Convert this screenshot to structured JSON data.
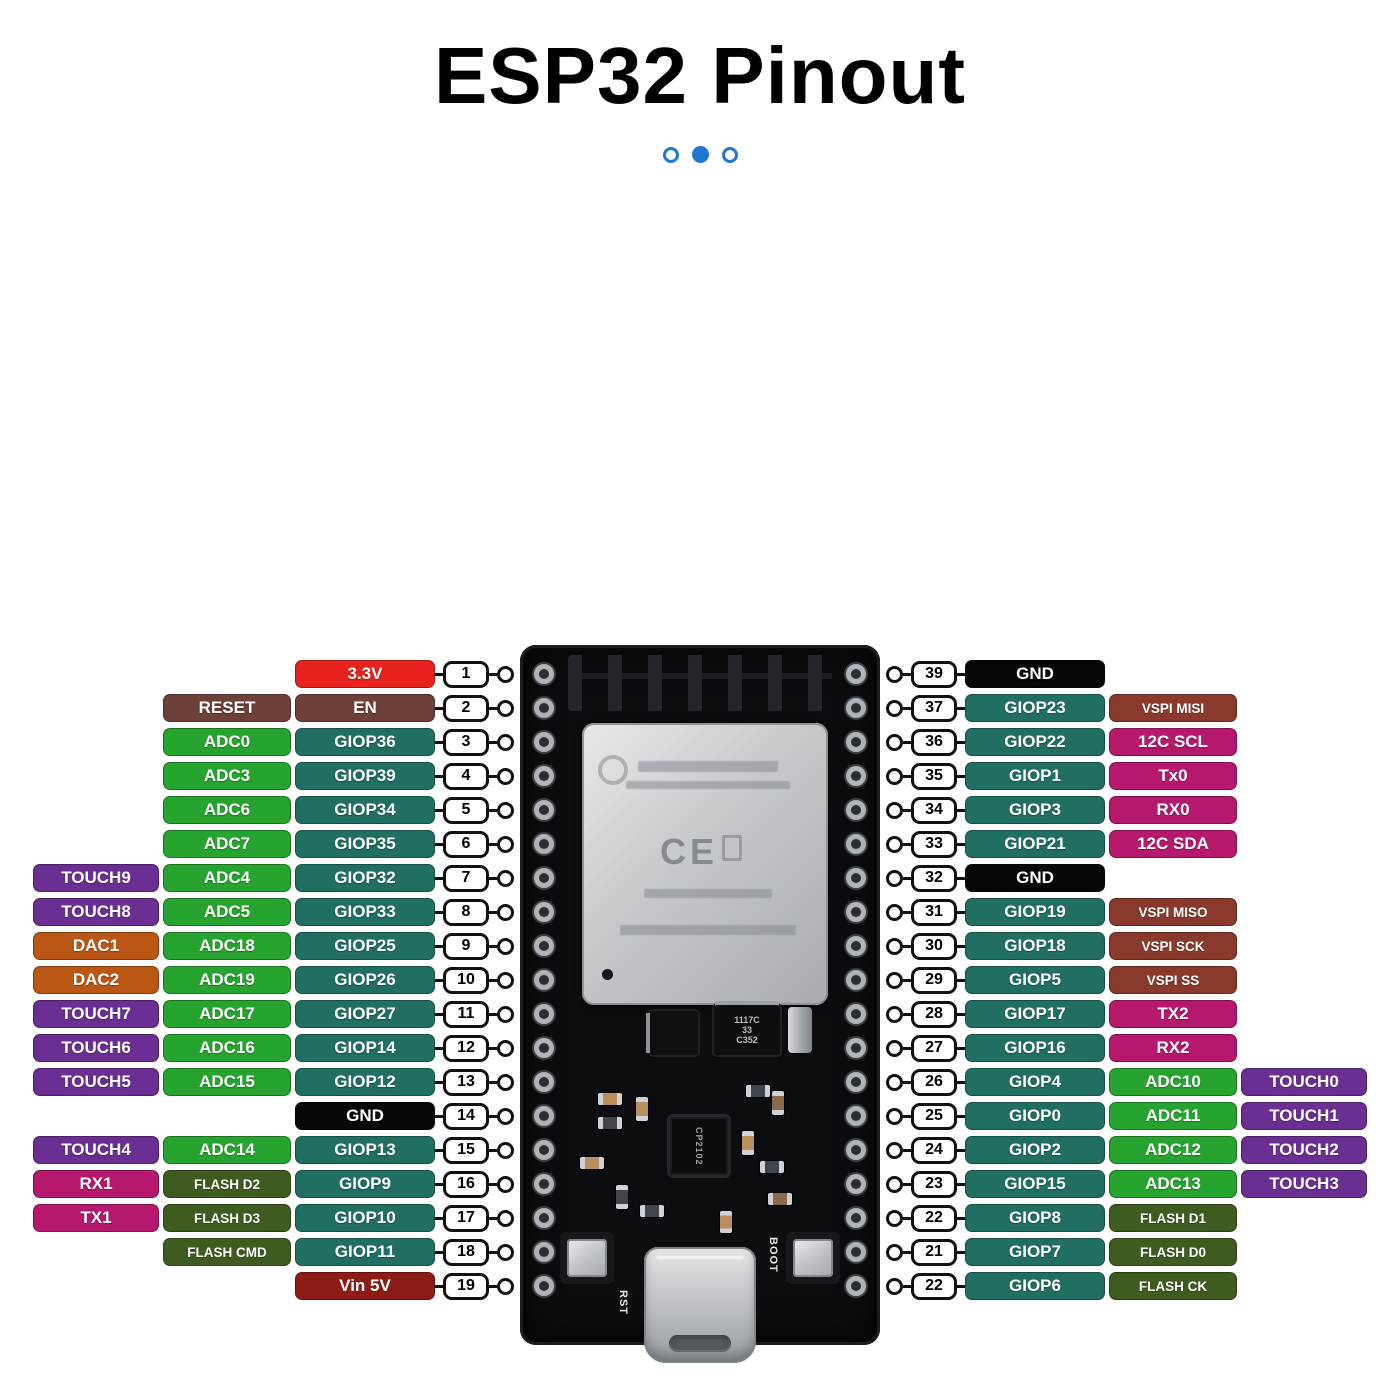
{
  "title": "ESP32 Pinout",
  "accent_blue": "#2176d2",
  "pagination_dots": [
    {
      "style": "outline"
    },
    {
      "style": "filled"
    },
    {
      "style": "outline"
    }
  ],
  "palette": {
    "power": "#e8221c",
    "en_reset": "#6d4038",
    "adc": "#27a32f",
    "giop": "#206f62",
    "touch": "#6b2e92",
    "dac": "#bb5714",
    "gnd": "#070707",
    "serial": "#b5186c",
    "flash": "#3e5c1f",
    "vin": "#8e1c16",
    "vspi": "#8a3a2c",
    "i2c": "#b5186c"
  },
  "board": {
    "shield_mark": "CE",
    "chip_label": "CP2102",
    "reg_lines": [
      "1117C",
      "33",
      "C352"
    ],
    "rst_label": "RST",
    "boot_label": "BOOT"
  },
  "left_rows": [
    {
      "pin": "1",
      "labels": [
        {
          "text": "3.3V",
          "color": "power"
        }
      ]
    },
    {
      "pin": "2",
      "labels": [
        {
          "text": "RESET",
          "color": "en_reset"
        },
        {
          "text": "EN",
          "color": "en_reset"
        }
      ]
    },
    {
      "pin": "3",
      "labels": [
        {
          "text": "ADC0",
          "color": "adc"
        },
        {
          "text": "GIOP36",
          "color": "giop"
        }
      ]
    },
    {
      "pin": "4",
      "labels": [
        {
          "text": "ADC3",
          "color": "adc"
        },
        {
          "text": "GIOP39",
          "color": "giop"
        }
      ]
    },
    {
      "pin": "5",
      "labels": [
        {
          "text": "ADC6",
          "color": "adc"
        },
        {
          "text": "GIOP34",
          "color": "giop"
        }
      ]
    },
    {
      "pin": "6",
      "labels": [
        {
          "text": "ADC7",
          "color": "adc"
        },
        {
          "text": "GIOP35",
          "color": "giop"
        }
      ]
    },
    {
      "pin": "7",
      "labels": [
        {
          "text": "TOUCH9",
          "color": "touch"
        },
        {
          "text": "ADC4",
          "color": "adc"
        },
        {
          "text": "GIOP32",
          "color": "giop"
        }
      ]
    },
    {
      "pin": "8",
      "labels": [
        {
          "text": "TOUCH8",
          "color": "touch"
        },
        {
          "text": "ADC5",
          "color": "adc"
        },
        {
          "text": "GIOP33",
          "color": "giop"
        }
      ]
    },
    {
      "pin": "9",
      "labels": [
        {
          "text": "DAC1",
          "color": "dac"
        },
        {
          "text": "ADC18",
          "color": "adc"
        },
        {
          "text": "GIOP25",
          "color": "giop"
        }
      ]
    },
    {
      "pin": "10",
      "labels": [
        {
          "text": "DAC2",
          "color": "dac"
        },
        {
          "text": "ADC19",
          "color": "adc"
        },
        {
          "text": "GIOP26",
          "color": "giop"
        }
      ]
    },
    {
      "pin": "11",
      "labels": [
        {
          "text": "TOUCH7",
          "color": "touch"
        },
        {
          "text": "ADC17",
          "color": "adc"
        },
        {
          "text": "GIOP27",
          "color": "giop"
        }
      ]
    },
    {
      "pin": "12",
      "labels": [
        {
          "text": "TOUCH6",
          "color": "touch"
        },
        {
          "text": "ADC16",
          "color": "adc"
        },
        {
          "text": "GIOP14",
          "color": "giop"
        }
      ]
    },
    {
      "pin": "13",
      "labels": [
        {
          "text": "TOUCH5",
          "color": "touch"
        },
        {
          "text": "ADC15",
          "color": "adc"
        },
        {
          "text": "GIOP12",
          "color": "giop"
        }
      ]
    },
    {
      "pin": "14",
      "labels": [
        {
          "text": "GND",
          "color": "gnd"
        }
      ]
    },
    {
      "pin": "15",
      "labels": [
        {
          "text": "TOUCH4",
          "color": "touch"
        },
        {
          "text": "ADC14",
          "color": "adc"
        },
        {
          "text": "GIOP13",
          "color": "giop"
        }
      ]
    },
    {
      "pin": "16",
      "labels": [
        {
          "text": "RX1",
          "color": "serial"
        },
        {
          "text": "FLASH D2",
          "color": "flash",
          "small": true
        },
        {
          "text": "GIOP9",
          "color": "giop"
        }
      ]
    },
    {
      "pin": "17",
      "labels": [
        {
          "text": "TX1",
          "color": "serial"
        },
        {
          "text": "FLASH D3",
          "color": "flash",
          "small": true
        },
        {
          "text": "GIOP10",
          "color": "giop"
        }
      ]
    },
    {
      "pin": "18",
      "labels": [
        {
          "text": "FLASH CMD",
          "color": "flash",
          "small": true
        },
        {
          "text": "GIOP11",
          "color": "giop"
        }
      ]
    },
    {
      "pin": "19",
      "labels": [
        {
          "text": "Vin 5V",
          "color": "vin"
        }
      ]
    }
  ],
  "right_rows": [
    {
      "pin": "39",
      "labels": [
        {
          "text": "GND",
          "color": "gnd"
        }
      ]
    },
    {
      "pin": "37",
      "labels": [
        {
          "text": "GIOP23",
          "color": "giop"
        },
        {
          "text": "VSPI MISI",
          "color": "vspi",
          "small": true
        }
      ]
    },
    {
      "pin": "36",
      "labels": [
        {
          "text": "GIOP22",
          "color": "giop"
        },
        {
          "text": "12C SCL",
          "color": "i2c"
        }
      ]
    },
    {
      "pin": "35",
      "labels": [
        {
          "text": "GIOP1",
          "color": "giop"
        },
        {
          "text": "Tx0",
          "color": "serial"
        }
      ]
    },
    {
      "pin": "34",
      "labels": [
        {
          "text": "GIOP3",
          "color": "giop"
        },
        {
          "text": "RX0",
          "color": "serial"
        }
      ]
    },
    {
      "pin": "33",
      "labels": [
        {
          "text": "GIOP21",
          "color": "giop"
        },
        {
          "text": "12C SDA",
          "color": "i2c"
        }
      ]
    },
    {
      "pin": "32",
      "labels": [
        {
          "text": "GND",
          "color": "gnd"
        }
      ]
    },
    {
      "pin": "31",
      "labels": [
        {
          "text": "GIOP19",
          "color": "giop"
        },
        {
          "text": "VSPI MISO",
          "color": "vspi",
          "small": true
        }
      ]
    },
    {
      "pin": "30",
      "labels": [
        {
          "text": "GIOP18",
          "color": "giop"
        },
        {
          "text": "VSPI SCK",
          "color": "vspi",
          "small": true
        }
      ]
    },
    {
      "pin": "29",
      "labels": [
        {
          "text": "GIOP5",
          "color": "giop"
        },
        {
          "text": "VSPI SS",
          "color": "vspi",
          "small": true
        }
      ]
    },
    {
      "pin": "28",
      "labels": [
        {
          "text": "GIOP17",
          "color": "giop"
        },
        {
          "text": "TX2",
          "color": "serial"
        }
      ]
    },
    {
      "pin": "27",
      "labels": [
        {
          "text": "GIOP16",
          "color": "giop"
        },
        {
          "text": "RX2",
          "color": "serial"
        }
      ]
    },
    {
      "pin": "26",
      "labels": [
        {
          "text": "GIOP4",
          "color": "giop"
        },
        {
          "text": "ADC10",
          "color": "adc"
        },
        {
          "text": "TOUCH0",
          "color": "touch"
        }
      ]
    },
    {
      "pin": "25",
      "labels": [
        {
          "text": "GIOP0",
          "color": "giop"
        },
        {
          "text": "ADC11",
          "color": "adc"
        },
        {
          "text": "TOUCH1",
          "color": "touch"
        }
      ]
    },
    {
      "pin": "24",
      "labels": [
        {
          "text": "GIOP2",
          "color": "giop"
        },
        {
          "text": "ADC12",
          "color": "adc"
        },
        {
          "text": "TOUCH2",
          "color": "touch"
        }
      ]
    },
    {
      "pin": "23",
      "labels": [
        {
          "text": "GIOP15",
          "color": "giop"
        },
        {
          "text": "ADC13",
          "color": "adc"
        },
        {
          "text": "TOUCH3",
          "color": "touch"
        }
      ]
    },
    {
      "pin": "22",
      "labels": [
        {
          "text": "GIOP8",
          "color": "giop"
        },
        {
          "text": "FLASH D1",
          "color": "flash",
          "small": true
        }
      ]
    },
    {
      "pin": "21",
      "labels": [
        {
          "text": "GIOP7",
          "color": "giop"
        },
        {
          "text": "FLASH D0",
          "color": "flash",
          "small": true
        }
      ]
    },
    {
      "pin": "22",
      "labels": [
        {
          "text": "GIOP6",
          "color": "giop"
        },
        {
          "text": "FLASH CK",
          "color": "flash",
          "small": true
        }
      ]
    }
  ]
}
